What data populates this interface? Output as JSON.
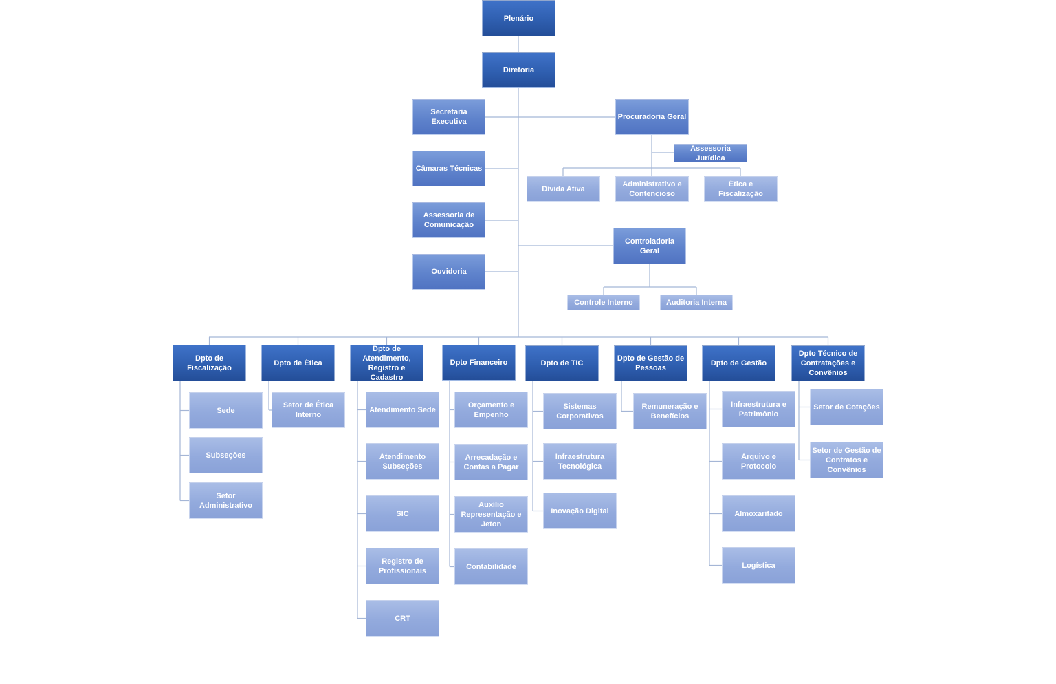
{
  "org": {
    "plenario": "Plenário",
    "diretoria": "Diretoria",
    "secretaria_executiva": "Secretaria Executiva",
    "camaras_tecnicas": "Câmaras Técnicas",
    "assessoria_comunicacao": "Assessoria de Comunicação",
    "ouvidoria": "Ouvidoria",
    "procuradoria_geral": "Procuradoria Geral",
    "assessoria_juridica": "Assessoria Jurídica",
    "divida_ativa": "Dívida Ativa",
    "administrativo_contencioso": "Administrativo e Contencioso",
    "etica_fiscalizacao": "Ética e Fiscalização",
    "controladoria_geral": "Controladoria Geral",
    "controle_interno": "Controle Interno",
    "auditoria_interna": "Auditoria Interna",
    "departments": [
      {
        "label": "Dpto de Fiscalização",
        "children": [
          "Sede",
          "Subseções",
          "Setor Administrativo"
        ]
      },
      {
        "label": "Dpto de Ética",
        "children": [
          "Setor de Ética Interno"
        ]
      },
      {
        "label": "Dpto de Atendimento, Registro e Cadastro",
        "children": [
          "Atendimento Sede",
          "Atendimento Subseções",
          "SIC",
          "Registro de Profissionais",
          "CRT"
        ]
      },
      {
        "label": "Dpto Financeiro",
        "children": [
          "Orçamento e Empenho",
          "Arrecadação e Contas a Pagar",
          "Auxílio Representação e Jeton",
          "Contabilidade"
        ]
      },
      {
        "label": "Dpto de TIC",
        "children": [
          "Sistemas Corporativos",
          "Infraestrutura Tecnológica",
          "Inovação Digital"
        ]
      },
      {
        "label": "Dpto de Gestão de Pessoas",
        "children": [
          "Remuneração e Benefícios"
        ]
      },
      {
        "label": "Dpto de Gestão",
        "children": [
          "Infraestrutura e Patrimônio",
          "Arquivo e Protocolo",
          "Almoxarifado",
          "Logística"
        ]
      },
      {
        "label": "Dpto Técnico de Contratações e Convênios",
        "children": [
          "Setor de Cotações",
          "Setor de Gestão de Contratos e Convênios"
        ]
      }
    ]
  }
}
